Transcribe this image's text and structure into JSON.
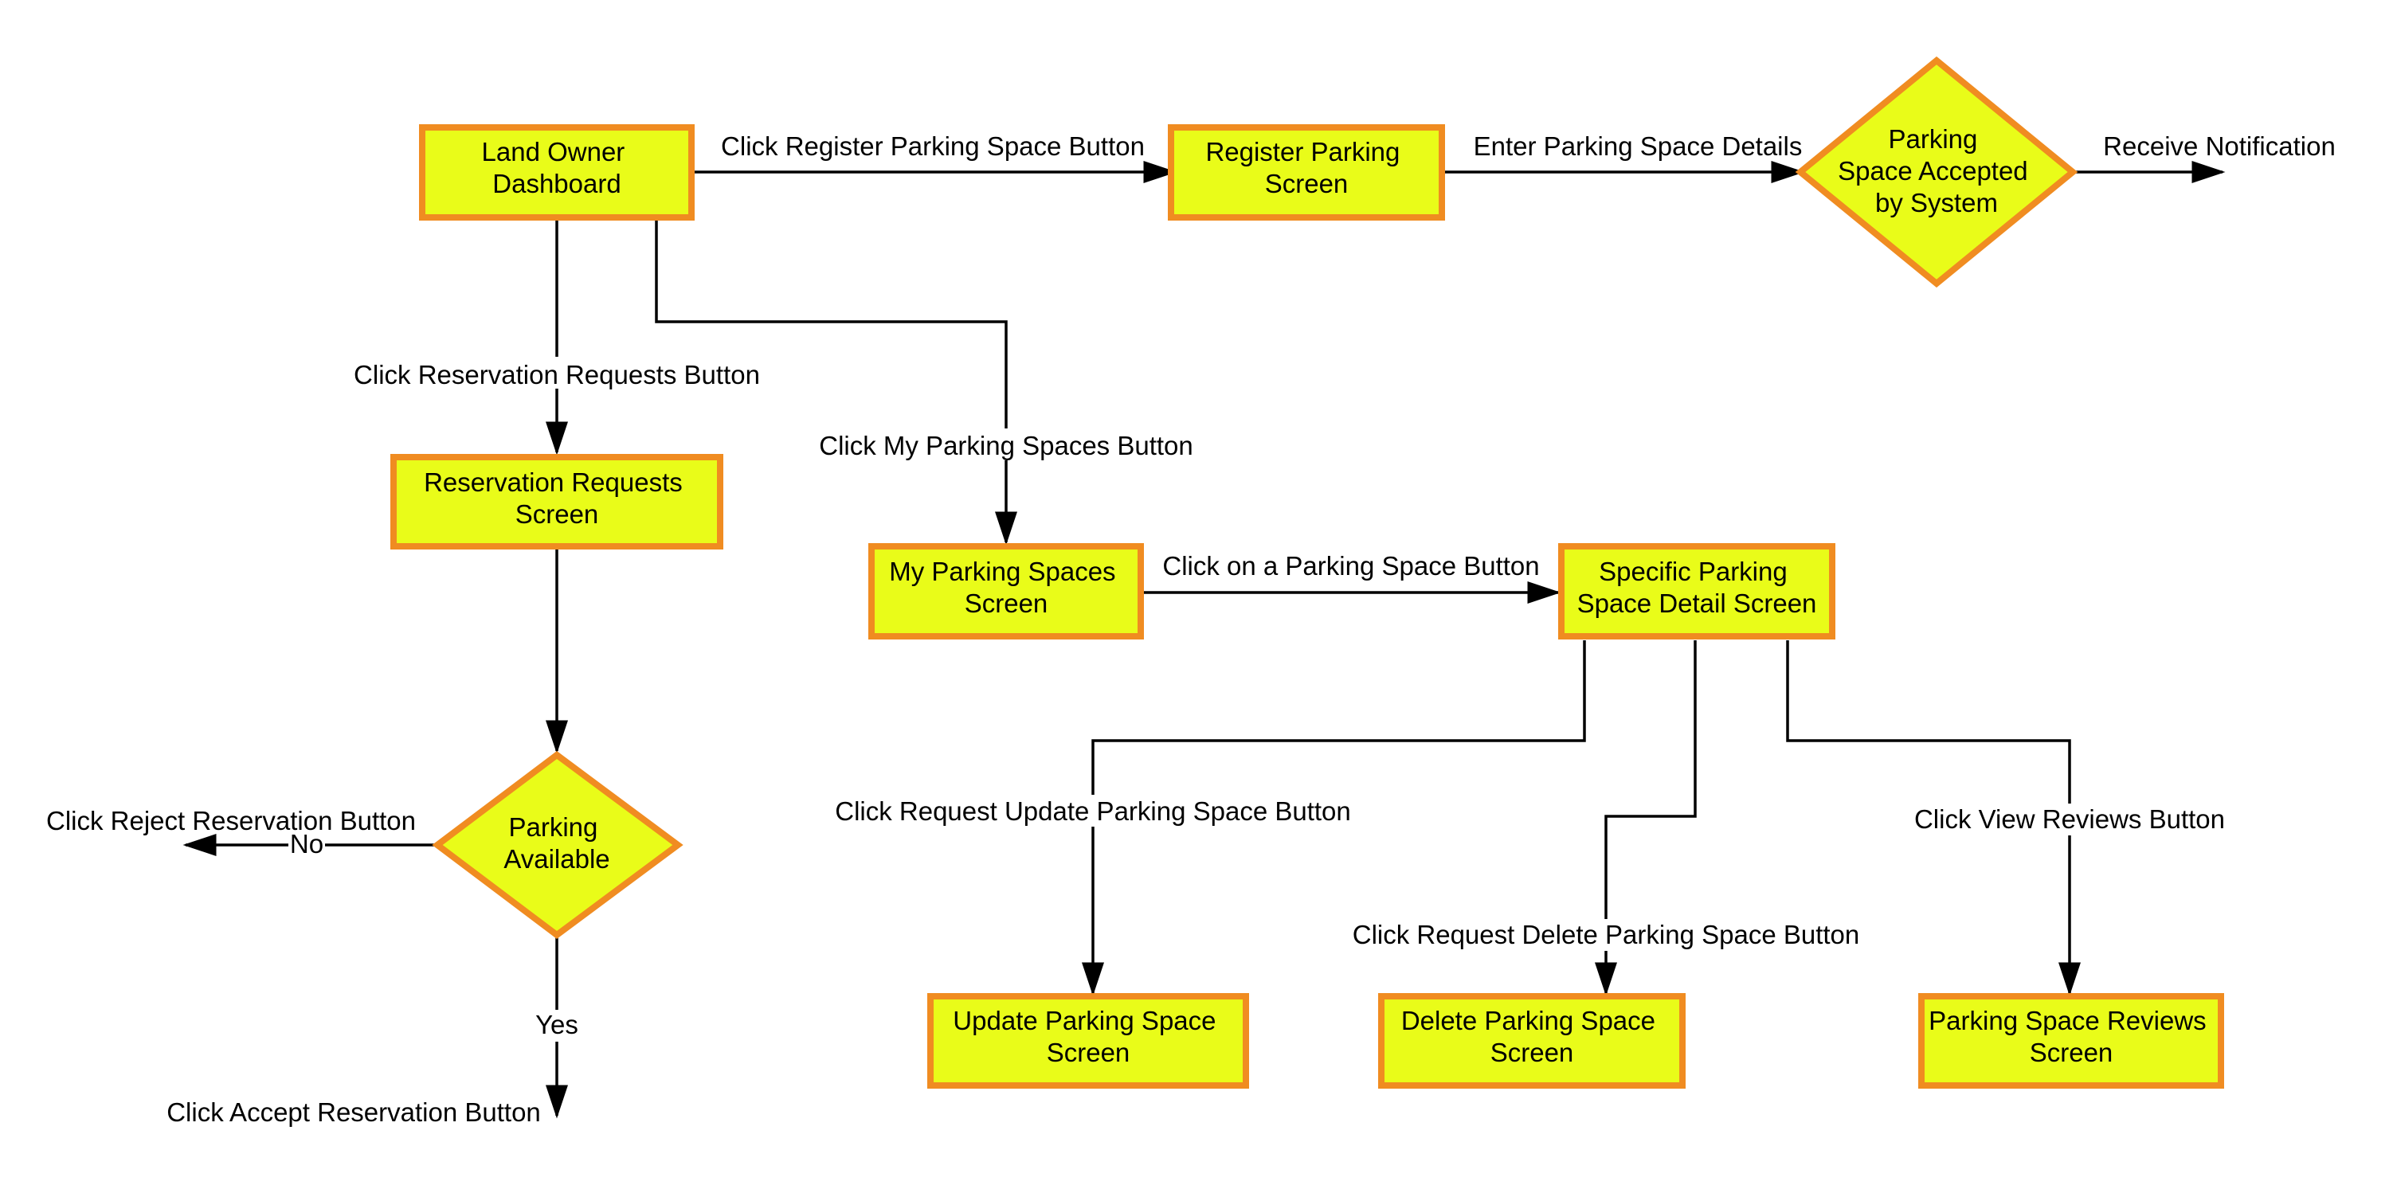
{
  "colors": {
    "node_fill": "#e9fc19",
    "node_border": "#f08c21",
    "line": "#000000",
    "background": "#ffffff"
  },
  "nodes": {
    "land_owner_dashboard": [
      "Land Owner",
      "Dashboard"
    ],
    "register_parking_screen": [
      "Register Parking",
      "Screen"
    ],
    "parking_space_accepted": [
      "Parking",
      "Space Accepted",
      "by System"
    ],
    "reservation_requests_screen": [
      "Reservation Requests",
      "Screen"
    ],
    "my_parking_spaces_screen": [
      "My Parking Spaces",
      "Screen"
    ],
    "specific_parking_space_detail": [
      "Specific Parking",
      "Space Detail Screen"
    ],
    "parking_available": [
      "Parking",
      "Available"
    ],
    "update_parking_space_screen": [
      "Update Parking Space",
      "Screen"
    ],
    "delete_parking_space_screen": [
      "Delete Parking Space",
      "Screen"
    ],
    "parking_space_reviews_screen": [
      "Parking Space Reviews",
      "Screen"
    ]
  },
  "edge_labels": {
    "click_register": "Click Register Parking Space Button",
    "enter_details": "Enter Parking Space Details",
    "receive_notification": "Receive Notification",
    "click_reservation_requests": "Click Reservation Requests Button",
    "click_my_parking_spaces": "Click My Parking Spaces Button",
    "click_on_parking_space": "Click on a Parking Space Button",
    "click_reject": "Click Reject Reservation  Button",
    "no": "No",
    "yes": "Yes",
    "click_accept": "Click Accept Reservation  Button",
    "click_request_update": "Click Request Update Parking Space Button",
    "click_request_delete": "Click Request Delete Parking Space Button",
    "click_view_reviews": "Click View Reviews Button"
  }
}
